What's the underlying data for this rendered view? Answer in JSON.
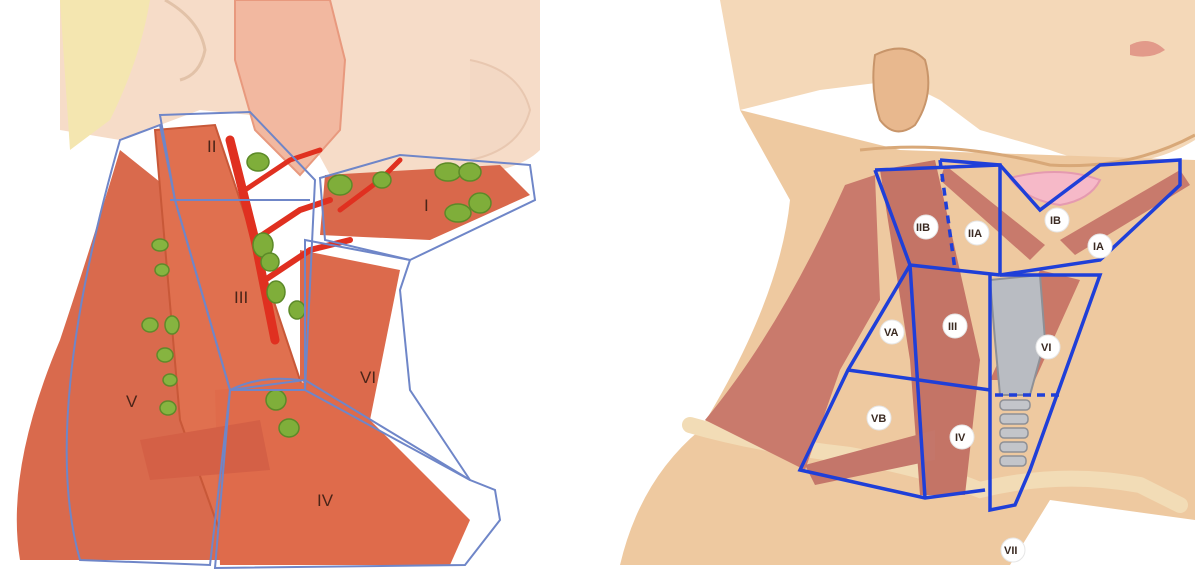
{
  "left_labels": [
    "II",
    "I",
    "III",
    "VI",
    "V",
    "IV"
  ],
  "right_labels": [
    "IIB",
    "IIA",
    "IB",
    "IA",
    "VA",
    "III",
    "VI",
    "VB",
    "IV",
    "VII"
  ],
  "colors": {
    "muscle": "#d8654a",
    "muscle_dark": "#b84430",
    "skin": "#f0cfa6",
    "artery": "#e03020",
    "node": "#7fae3a",
    "level_outline_left": "#6f86c8",
    "level_outline_right": "#1f3fd8",
    "gland": "#f6b9a8"
  }
}
